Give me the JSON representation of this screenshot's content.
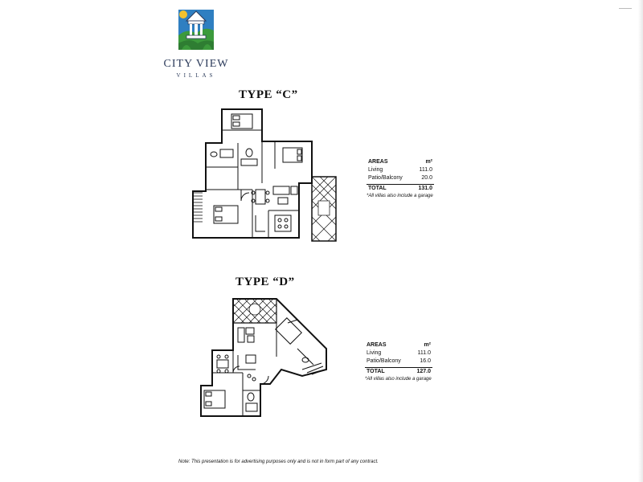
{
  "logo": {
    "title": "CITY VIEW",
    "subtitle": "VILLAS"
  },
  "type_c": {
    "title": "TYPE “C”",
    "areas_label": "AREAS",
    "unit": "m²",
    "living_label": "Living",
    "living_value": "111.0",
    "patio_label": "Patio/Balcony",
    "patio_value": "20.0",
    "total_label": "TOTAL",
    "total_value": "131.0",
    "note": "*All villas also include a garage"
  },
  "type_d": {
    "title": "TYPE “D”",
    "areas_label": "AREAS",
    "unit": "m²",
    "living_label": "Living",
    "living_value": "111.0",
    "patio_label": "Patio/Balcony",
    "patio_value": "16.0",
    "total_label": "TOTAL",
    "total_value": "127.0",
    "note": "*All villas also include a garage"
  },
  "footer": {
    "note": "Note: This presentation is for advertising purposes only and is not in form part of any contract."
  },
  "colors": {
    "logo_sky": "#2f7fc1",
    "logo_green": "#3c9a3c",
    "logo_sun": "#f2c12e",
    "logo_text": "#2b3a5a",
    "ink": "#111111"
  }
}
